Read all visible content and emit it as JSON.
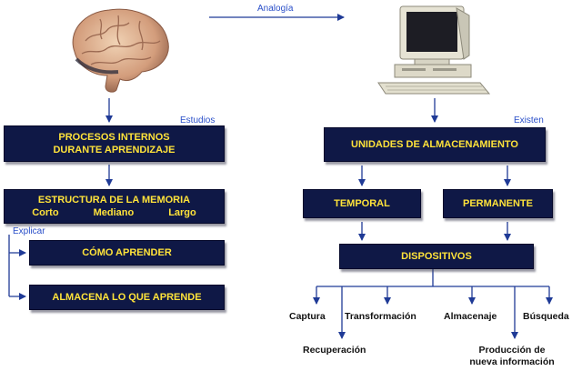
{
  "top": {
    "analogy_label": "Analogía"
  },
  "left": {
    "studies_label": "Estudios",
    "box_processes": {
      "line1": "PROCESOS INTERNOS",
      "line2": "DURANTE APRENDIZAJE"
    },
    "box_memory": {
      "title": "ESTRUCTURA DE LA MEMORIA",
      "terms": [
        "Corto",
        "Mediano",
        "Largo"
      ]
    },
    "explain_label": "Explicar",
    "box_how": "CÓMO APRENDER",
    "box_stores": "ALMACENA LO QUE APRENDE"
  },
  "right": {
    "exist_label": "Existen",
    "box_units": "UNIDADES DE ALMACENAMIENTO",
    "box_temporal": "TEMPORAL",
    "box_permanent": "PERMANENTE",
    "box_devices": "DISPOSITIVOS",
    "functions": {
      "capture": "Captura",
      "transform": "Transformación",
      "storage": "Almacenaje",
      "search": "Búsqueda",
      "recovery": "Recuperación",
      "production_line1": "Producción de",
      "production_line2": "nueva información"
    }
  },
  "colors": {
    "box_fill": "#0f1846",
    "box_text": "#ffe33a",
    "label_blue": "#2a4fc9",
    "line": "#1f3a96"
  },
  "icons": {
    "brain": "brain-illustration",
    "computer": "desktop-computer-illustration"
  }
}
